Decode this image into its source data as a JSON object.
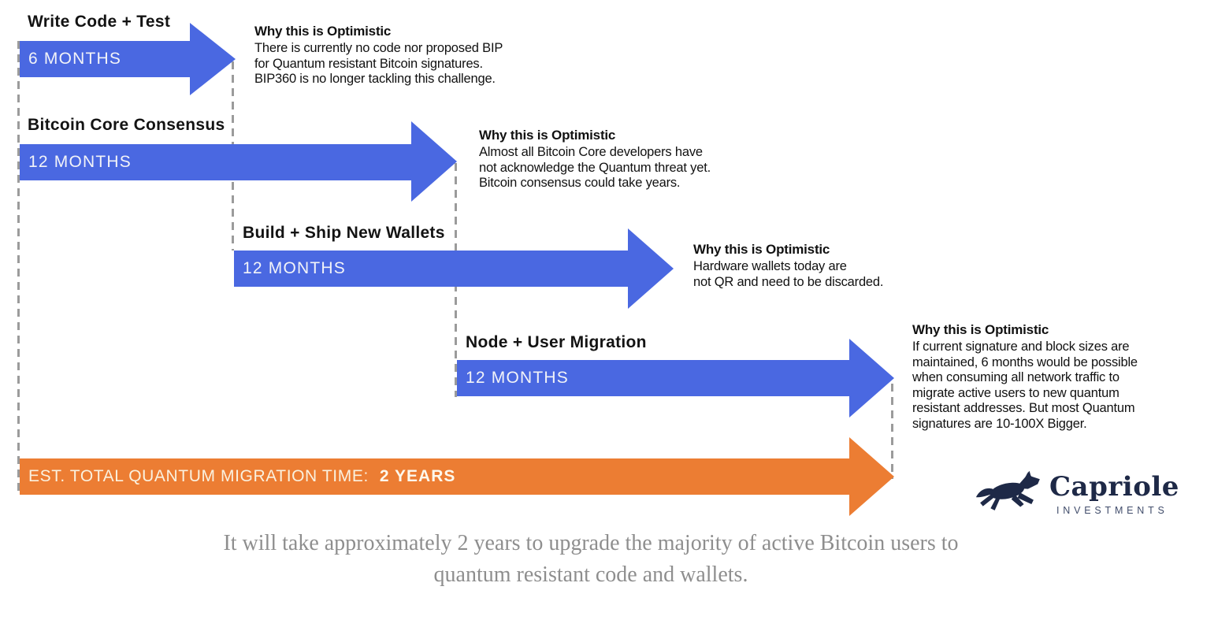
{
  "colors": {
    "arrow_blue": "#4A68E1",
    "arrow_orange": "#EC7D33",
    "dash_gray": "#9B9B9B",
    "logo_navy": "#1E2947",
    "caption_gray": "#8E8E8E"
  },
  "phases": [
    {
      "title": "Write Code + Test",
      "duration": "6 MONTHS",
      "note": {
        "title": "Why this is Optimistic",
        "body": "There is currently no code nor proposed BIP\nfor Quantum resistant Bitcoin signatures.\nBIP360 is no longer tackling this challenge."
      }
    },
    {
      "title": "Bitcoin Core Consensus",
      "duration": "12 MONTHS",
      "note": {
        "title": "Why this is Optimistic",
        "body": "Almost all Bitcoin Core developers have\nnot acknowledge the Quantum threat yet.\nBitcoin consensus could take years."
      }
    },
    {
      "title": "Build + Ship New Wallets",
      "duration": "12 MONTHS",
      "note": {
        "title": "Why this is Optimistic",
        "body": "Hardware wallets today are\nnot QR and need to be discarded."
      }
    },
    {
      "title": "Node + User Migration",
      "duration": "12 MONTHS",
      "note": {
        "title": "Why this is Optimistic",
        "body": "If current signature and block sizes are\nmaintained, 6 months would be possible\nwhen consuming all network traffic to\nmigrate active users to new quantum\nresistant addresses. But most Quantum\nsignatures are 10-100X Bigger."
      }
    }
  ],
  "total_arrow": {
    "label": "EST. TOTAL QUANTUM MIGRATION TIME:",
    "value": "2 YEARS"
  },
  "logo": {
    "brand": "Capriole",
    "subtitle": "INVESTMENTS",
    "icon": "jumping-horse-icon"
  },
  "caption": {
    "line1": "It will take approximately 2 years to upgrade the majority of active Bitcoin users to",
    "line2": "quantum resistant code and wallets."
  }
}
